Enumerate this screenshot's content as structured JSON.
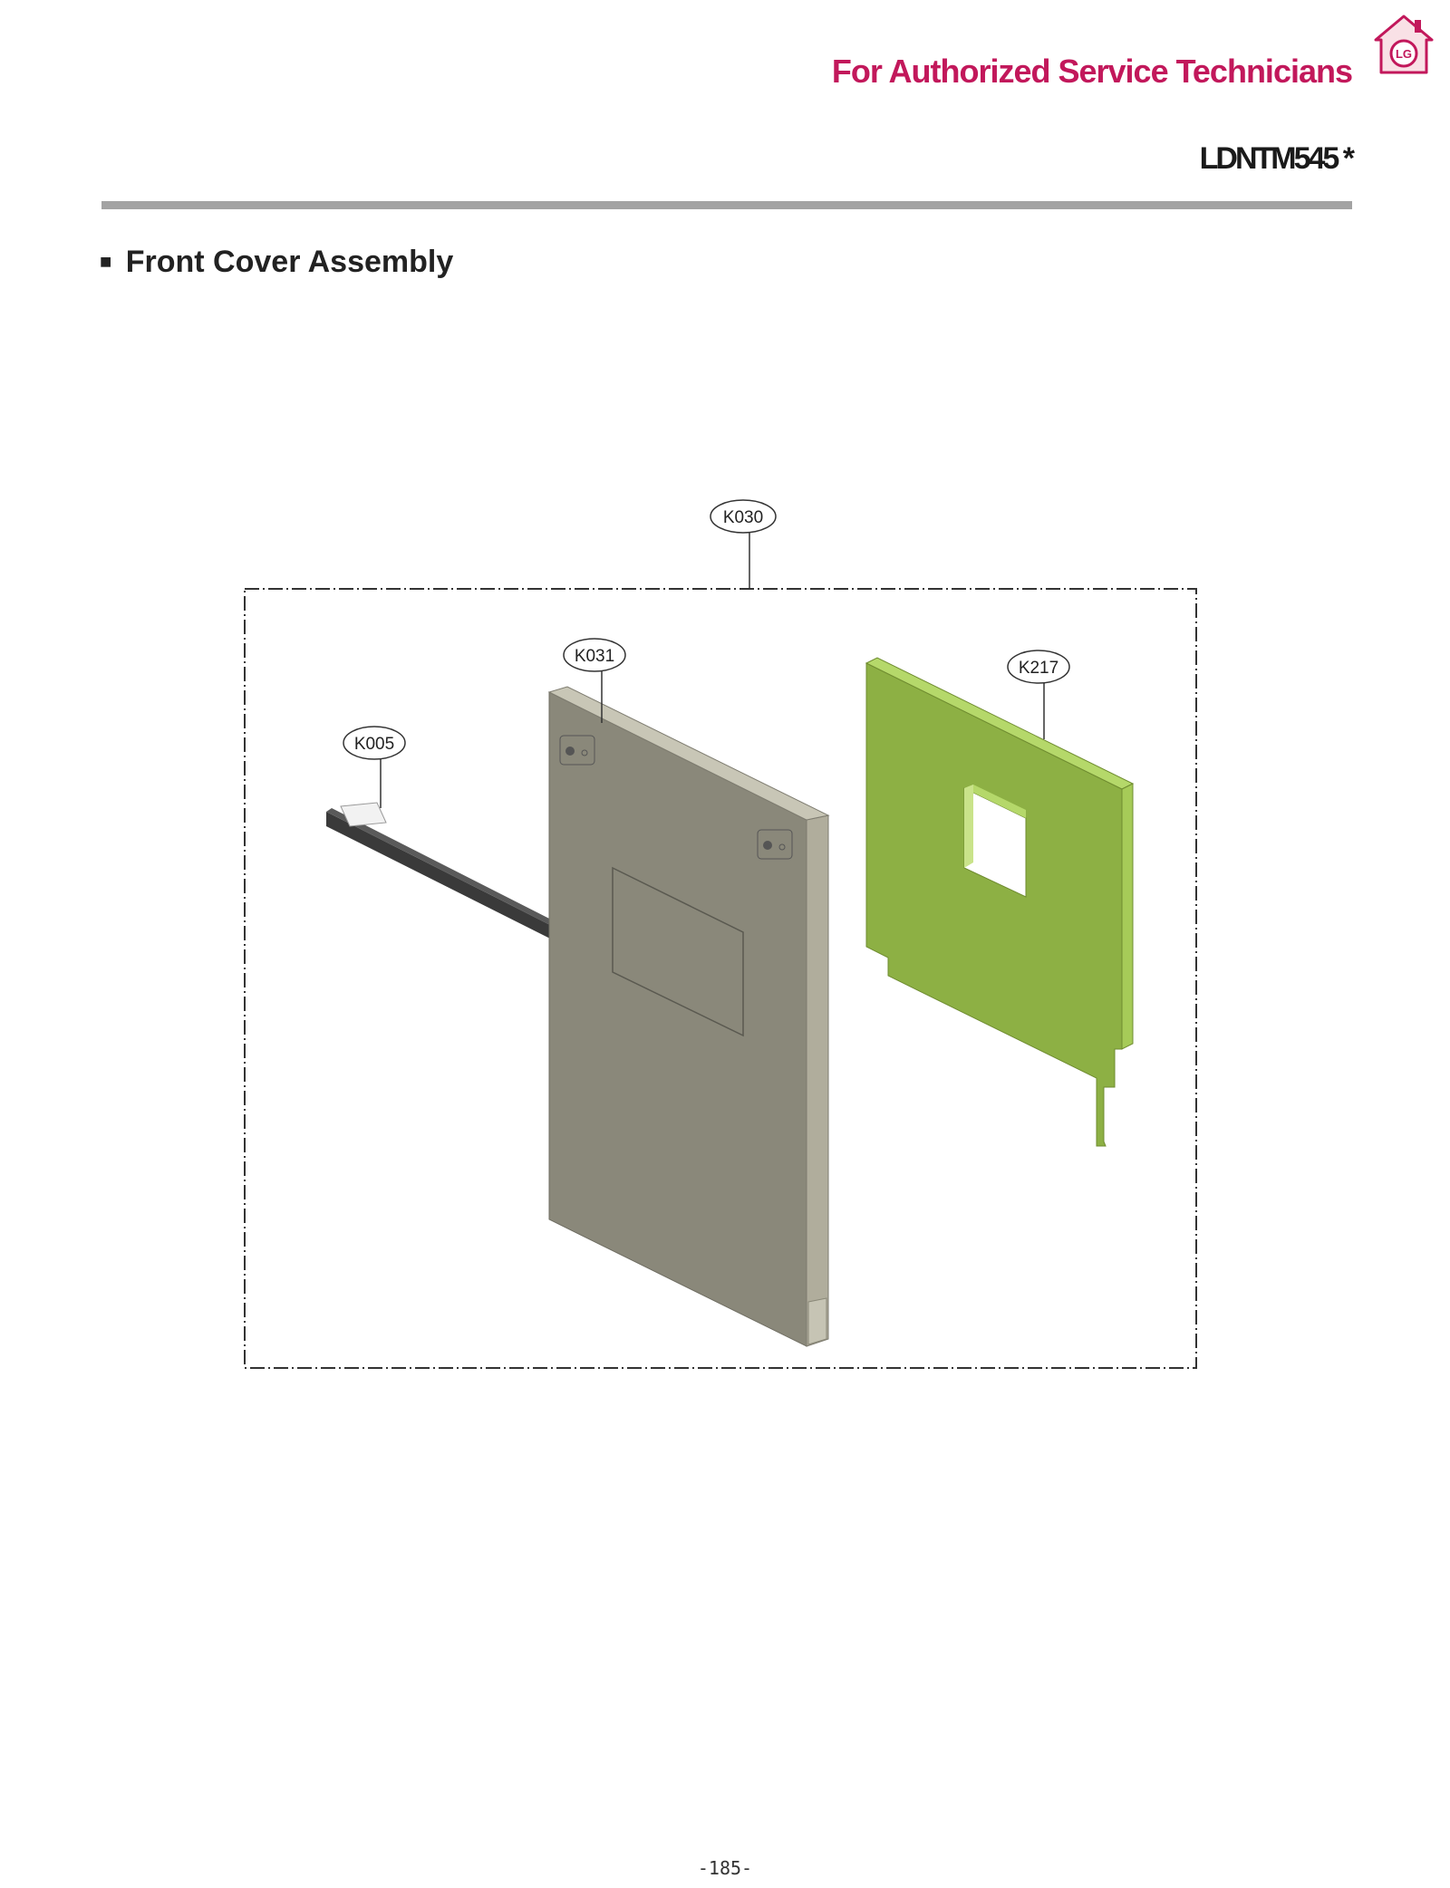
{
  "header": {
    "title": "For Authorized Service Technicians",
    "title_color": "#c2185b",
    "logo_icon": "lg-home-logo-icon",
    "logo_text": "LG"
  },
  "model": "LDNTM545 *",
  "section": {
    "bullet": "■",
    "title": "Front Cover Assembly"
  },
  "diagram": {
    "callouts": {
      "k030": "K030",
      "k031": "K031",
      "k005": "K005",
      "k217": "K217"
    },
    "part_colors": {
      "front_panel": "#8a887a",
      "insulation": "#8db044",
      "handle": "#3a3a3a"
    }
  },
  "footer": {
    "page_number": "-185-"
  }
}
